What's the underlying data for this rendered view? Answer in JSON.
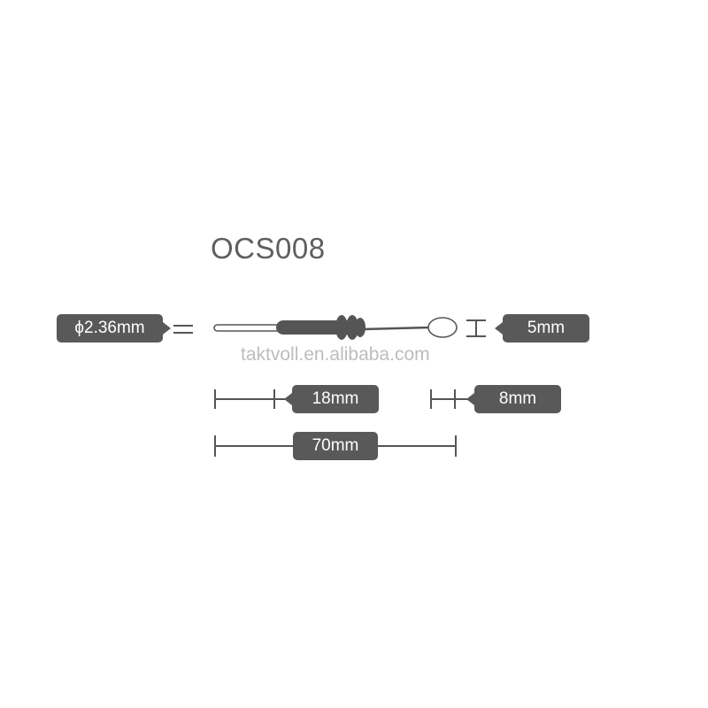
{
  "product": {
    "model": "OCS008",
    "watermark": "taktvoll.en.alibaba.com"
  },
  "dimensions": {
    "diameter": "ϕ2.36mm",
    "tip_width": "5mm",
    "insert_length": "18mm",
    "tip_length": "8mm",
    "total_length": "70mm"
  },
  "colors": {
    "label_background": "#595959",
    "label_text": "#ffffff",
    "title": "#5f5f5f",
    "watermark": "#bdbdbd",
    "line": "#555555"
  }
}
